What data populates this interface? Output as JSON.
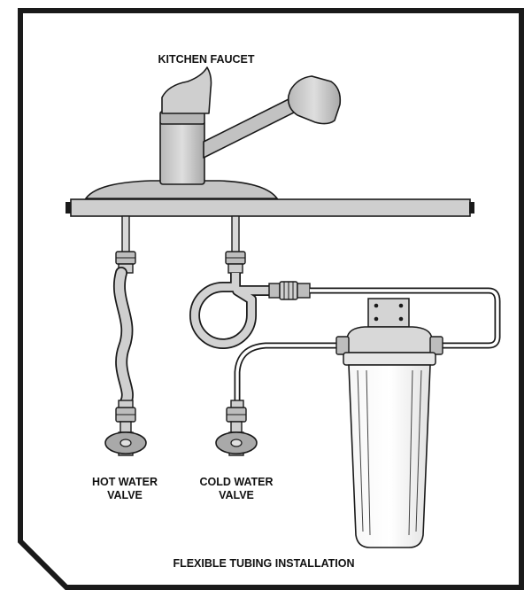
{
  "labels": {
    "kitchen_faucet": "KITCHEN FAUCET",
    "hot_water_valve_line1": "HOT WATER",
    "hot_water_valve_line2": "VALVE",
    "cold_water_valve_line1": "COLD WATER",
    "cold_water_valve_line2": "VALVE",
    "caption": "FLEXIBLE TUBING INSTALLATION"
  },
  "colors": {
    "stroke": "#1a1a1a",
    "metal": "#c9c9c9",
    "metal_dark": "#9a9a9a",
    "counter": "#cfcfcf",
    "housing": "#e4e4e4",
    "background": "#ffffff"
  }
}
